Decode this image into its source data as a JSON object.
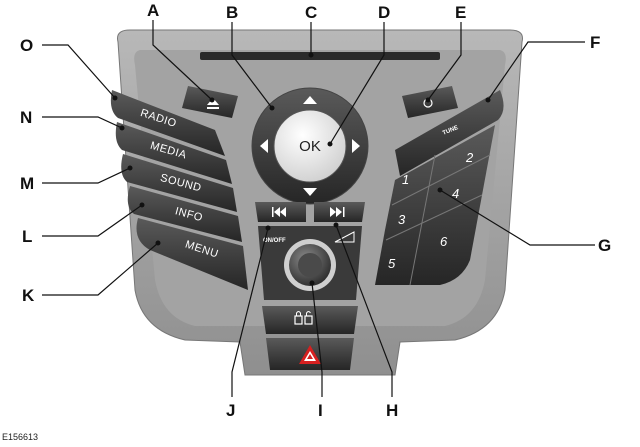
{
  "figure_code": "E156613",
  "callouts": {
    "A": "A",
    "B": "B",
    "C": "C",
    "D": "D",
    "E": "E",
    "F": "F",
    "G": "G",
    "H": "H",
    "I": "I",
    "J": "J",
    "K": "K",
    "L": "L",
    "M": "M",
    "N": "N",
    "O": "O"
  },
  "buttons": {
    "radio": "RADIO",
    "media": "MEDIA",
    "sound": "SOUND",
    "info": "INFO",
    "menu": "MENU",
    "ok": "OK",
    "tune": "TUNE",
    "on_off": "ON/OFF"
  },
  "presets": [
    "1",
    "2",
    "3",
    "4",
    "5",
    "6"
  ],
  "icons": [
    "eject-icon",
    "clock-icon",
    "skip-back-icon",
    "skip-forward-icon",
    "volume-ramp-icon",
    "lock-icon",
    "hazard-icon"
  ]
}
